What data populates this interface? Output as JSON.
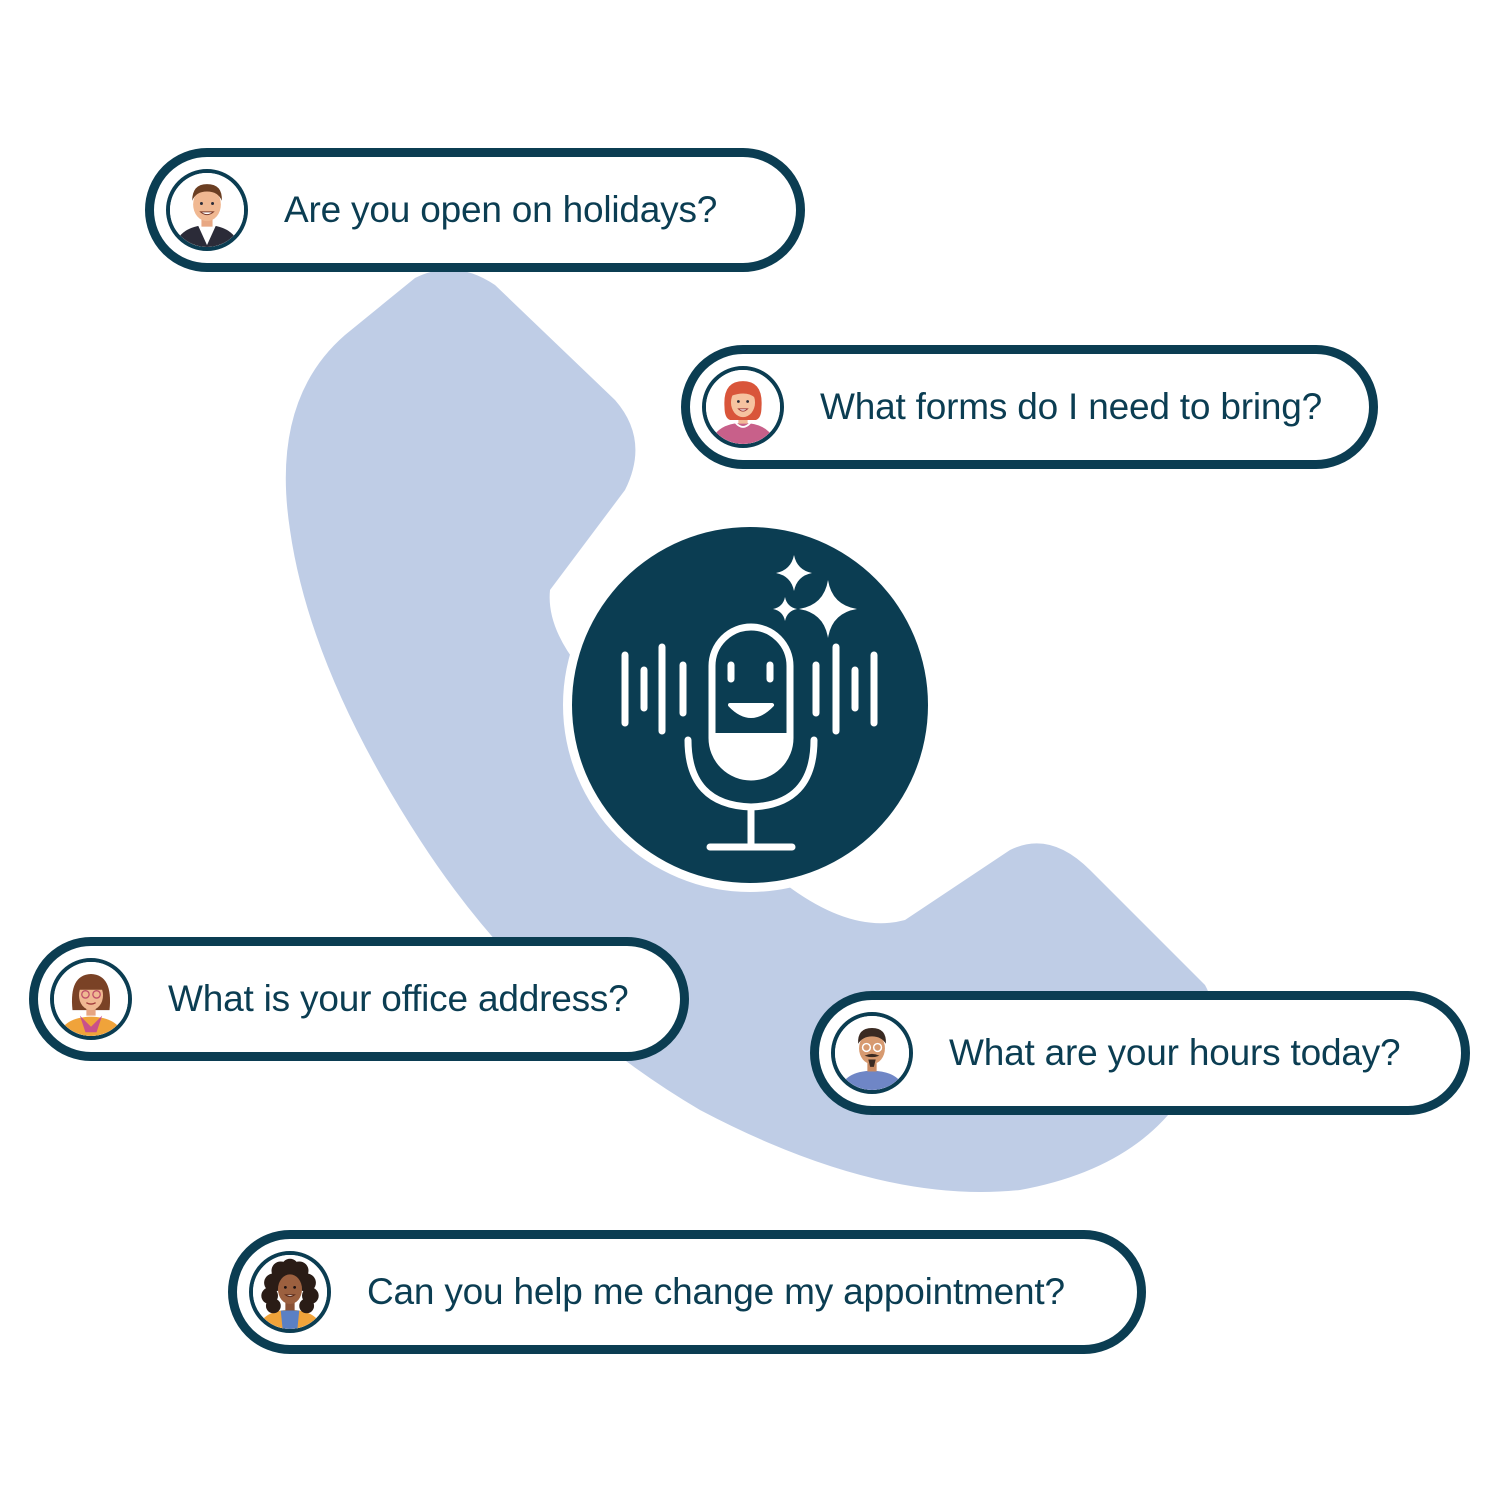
{
  "colors": {
    "navy": "#0b3d52",
    "phone_blue": "#bfcde6",
    "background": "#ffffff"
  },
  "center": {
    "icon": "ai-microphone-sparkles-icon"
  },
  "background_shape": {
    "icon": "phone-handset-icon"
  },
  "questions": [
    {
      "text": "Are you open on holidays?",
      "avatar": "man-suit-avatar"
    },
    {
      "text": "What forms do I need to bring?",
      "avatar": "woman-redhead-avatar"
    },
    {
      "text": "What is your office address?",
      "avatar": "woman-glasses-scarf-avatar"
    },
    {
      "text": "What are your hours today?",
      "avatar": "man-glasses-beard-avatar"
    },
    {
      "text": "Can you help me change my appointment?",
      "avatar": "woman-curly-hair-avatar"
    }
  ]
}
